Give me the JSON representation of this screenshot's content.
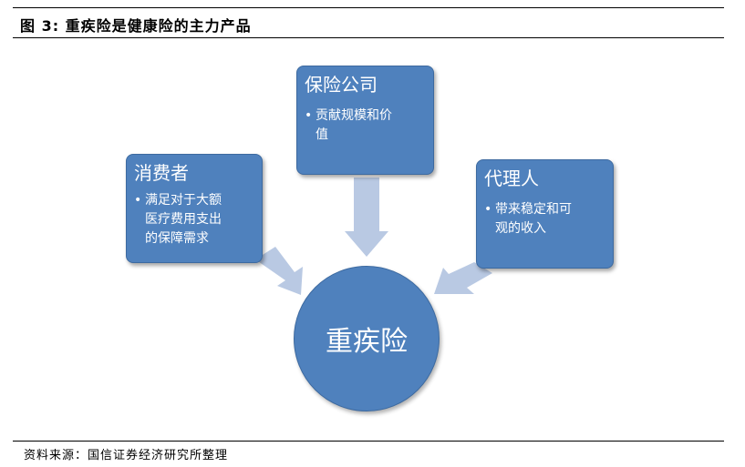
{
  "header": {
    "title": "图 3:  重疾险是健康险的主力产品"
  },
  "diagram": {
    "center": "重疾险",
    "nodes": [
      {
        "title": "消费者",
        "bullet": "满足对于大额医疗费用支出的保障需求",
        "lines": [
          "满足对于大额",
          "医疗费用支出",
          "的保障需求"
        ]
      },
      {
        "title": "保险公司",
        "bullet": "贡献规模和价值",
        "lines": [
          "贡献规模和价",
          "值"
        ]
      },
      {
        "title": "代理人",
        "bullet": "带来稳定和可观的收入",
        "lines": [
          "带来稳定和可",
          "观的收入"
        ]
      }
    ]
  },
  "footer": {
    "source": "资料来源：国信证券经济研究所整理"
  },
  "colors": {
    "box_fill": "#4f81bd",
    "arrow_fill": "#b9c9e3",
    "text_on_box": "#ffffff"
  }
}
